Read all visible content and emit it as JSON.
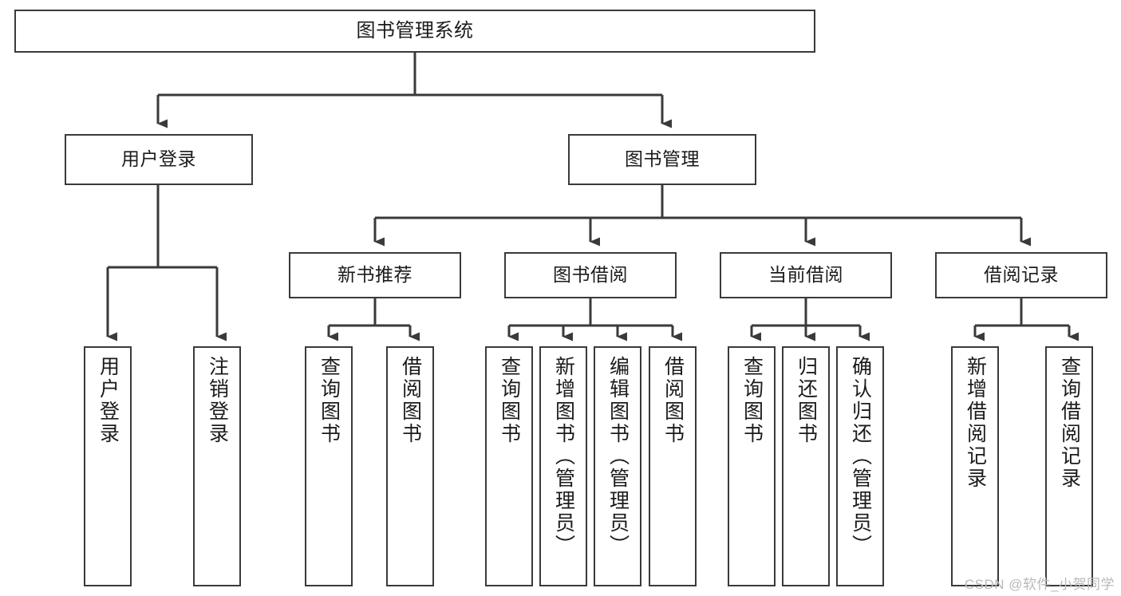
{
  "diagram": {
    "title": "图书管理系统",
    "type": "tree-hierarchy-chart",
    "colors": {
      "box_border": "#3a3a3a",
      "box_fill": "#ffffff",
      "connector": "#3a3a3a",
      "text": "#1b1b1b",
      "watermark": "#b9b9b9"
    },
    "root": {
      "id": "root",
      "label": "图书管理系统"
    },
    "level1": [
      {
        "id": "user-login",
        "label": "用户登录"
      },
      {
        "id": "book-management",
        "label": "图书管理"
      }
    ],
    "level2": [
      {
        "id": "new-book-recommend",
        "label": "新书推荐",
        "parent": "book-management"
      },
      {
        "id": "book-borrow",
        "label": "图书借阅",
        "parent": "book-management"
      },
      {
        "id": "current-borrow",
        "label": "当前借阅",
        "parent": "book-management"
      },
      {
        "id": "borrow-record",
        "label": "借阅记录",
        "parent": "book-management"
      }
    ],
    "leaves": [
      {
        "id": "leaf-user-login",
        "label": "用户登录",
        "parent": "user-login"
      },
      {
        "id": "leaf-logout-login",
        "label": "注销登录",
        "parent": "user-login"
      },
      {
        "id": "leaf-query-book-1",
        "label": "查询图书",
        "parent": "new-book-recommend"
      },
      {
        "id": "leaf-borrow-book-1",
        "label": "借阅图书",
        "parent": "new-book-recommend"
      },
      {
        "id": "leaf-query-book-2",
        "label": "查询图书",
        "parent": "book-borrow"
      },
      {
        "id": "leaf-add-book",
        "label": "新增图书（管理员）",
        "parent": "book-borrow"
      },
      {
        "id": "leaf-edit-book",
        "label": "编辑图书（管理员）",
        "parent": "book-borrow"
      },
      {
        "id": "leaf-borrow-book-2",
        "label": "借阅图书",
        "parent": "book-borrow"
      },
      {
        "id": "leaf-query-book-3",
        "label": "查询图书",
        "parent": "current-borrow"
      },
      {
        "id": "leaf-return-book",
        "label": "归还图书",
        "parent": "current-borrow"
      },
      {
        "id": "leaf-confirm-return",
        "label": "确认归还（管理员）",
        "parent": "current-borrow"
      },
      {
        "id": "leaf-add-record",
        "label": "新增借阅记录",
        "parent": "borrow-record"
      },
      {
        "id": "leaf-query-record",
        "label": "查询借阅记录",
        "parent": "borrow-record"
      }
    ],
    "watermark": "CSDN @软件_小贺同学"
  }
}
